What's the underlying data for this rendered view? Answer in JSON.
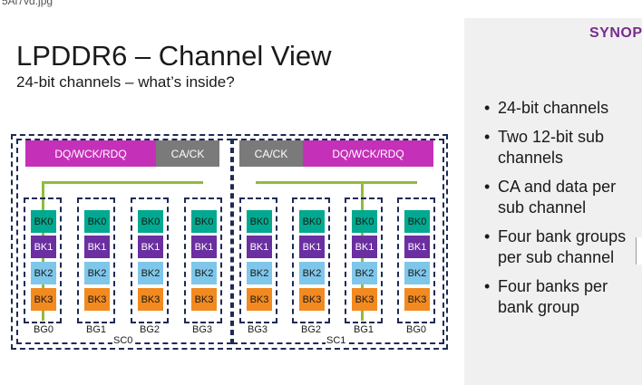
{
  "filename": "5Ai7vd.jpg",
  "title": "LPDDR6 – Channel View",
  "subtitle": "24-bit channels – what’s inside?",
  "logo": "SYNOPSY",
  "bullets": [
    "24-bit channels",
    "Two 12-bit sub channels",
    "CA and data per sub channel",
    "Four bank groups per sub channel",
    "Four banks per bank group"
  ],
  "bullet_glyph": "•",
  "diagram": {
    "left": {
      "dq_label": "DQ/WCK/RDQ",
      "ca_label": "CA/CK",
      "sc_label": "SC0",
      "bank_groups": [
        {
          "label": "BG0",
          "banks": [
            "BK0",
            "BK1",
            "BK2",
            "BK3"
          ]
        },
        {
          "label": "BG1",
          "banks": [
            "BK0",
            "BK1",
            "BK2",
            "BK3"
          ]
        },
        {
          "label": "BG2",
          "banks": [
            "BK0",
            "BK1",
            "BK2",
            "BK3"
          ]
        },
        {
          "label": "BG3",
          "banks": [
            "BK0",
            "BK1",
            "BK2",
            "BK3"
          ]
        }
      ]
    },
    "right": {
      "dq_label": "DQ/WCK/RDQ",
      "ca_label": "CA/CK",
      "sc_label": "SC1",
      "bank_groups": [
        {
          "label": "BG3",
          "banks": [
            "BK0",
            "BK1",
            "BK2",
            "BK3"
          ]
        },
        {
          "label": "BG2",
          "banks": [
            "BK0",
            "BK1",
            "BK2",
            "BK3"
          ]
        },
        {
          "label": "BG1",
          "banks": [
            "BK0",
            "BK1",
            "BK2",
            "BK3"
          ]
        },
        {
          "label": "BG0",
          "banks": [
            "BK0",
            "BK1",
            "BK2",
            "BK3"
          ]
        }
      ]
    }
  },
  "colors": {
    "dq": "#c530b8",
    "ca": "#7a7a7a",
    "bk0": "#00a98f",
    "bk1": "#6a2fa0",
    "bk2": "#7fc7ea",
    "bk3": "#f28a20",
    "bus": "#8fbc3b",
    "border": "#1f2a55",
    "logo": "#7a2b8f"
  }
}
